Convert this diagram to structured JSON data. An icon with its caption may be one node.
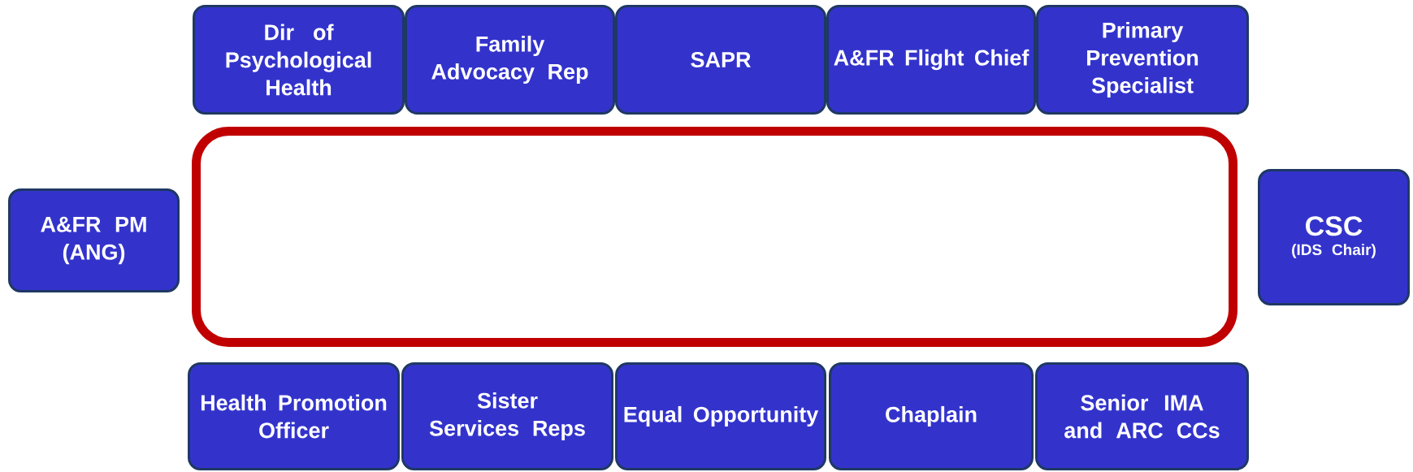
{
  "diagram": {
    "nodes": [
      {
        "text": [
          "Dir of Psychological Health"
        ]
      },
      {
        "text": [
          "Family Advocacy Rep"
        ]
      },
      {
        "text": [
          "SAPR"
        ]
      },
      {
        "text": [
          "A&FR Flight Chief"
        ]
      },
      {
        "text": [
          "Primary Prevention Specialist"
        ]
      },
      {
        "text": [
          "A&FR PM (ANG)"
        ]
      },
      {
        "text": [],
        "shape": "box"
      },
      {
        "text": [
          "CSC",
          "(IDS Chair)"
        ]
      },
      {
        "text": [
          "Health Promotion Officer"
        ]
      },
      {
        "text": [
          "Sister Services Reps"
        ]
      },
      {
        "text": [
          "Equal Opportunity"
        ]
      },
      {
        "text": [
          "Chaplain"
        ]
      },
      {
        "text": [
          "Senior IMA and ARC CCs"
        ]
      }
    ]
  }
}
